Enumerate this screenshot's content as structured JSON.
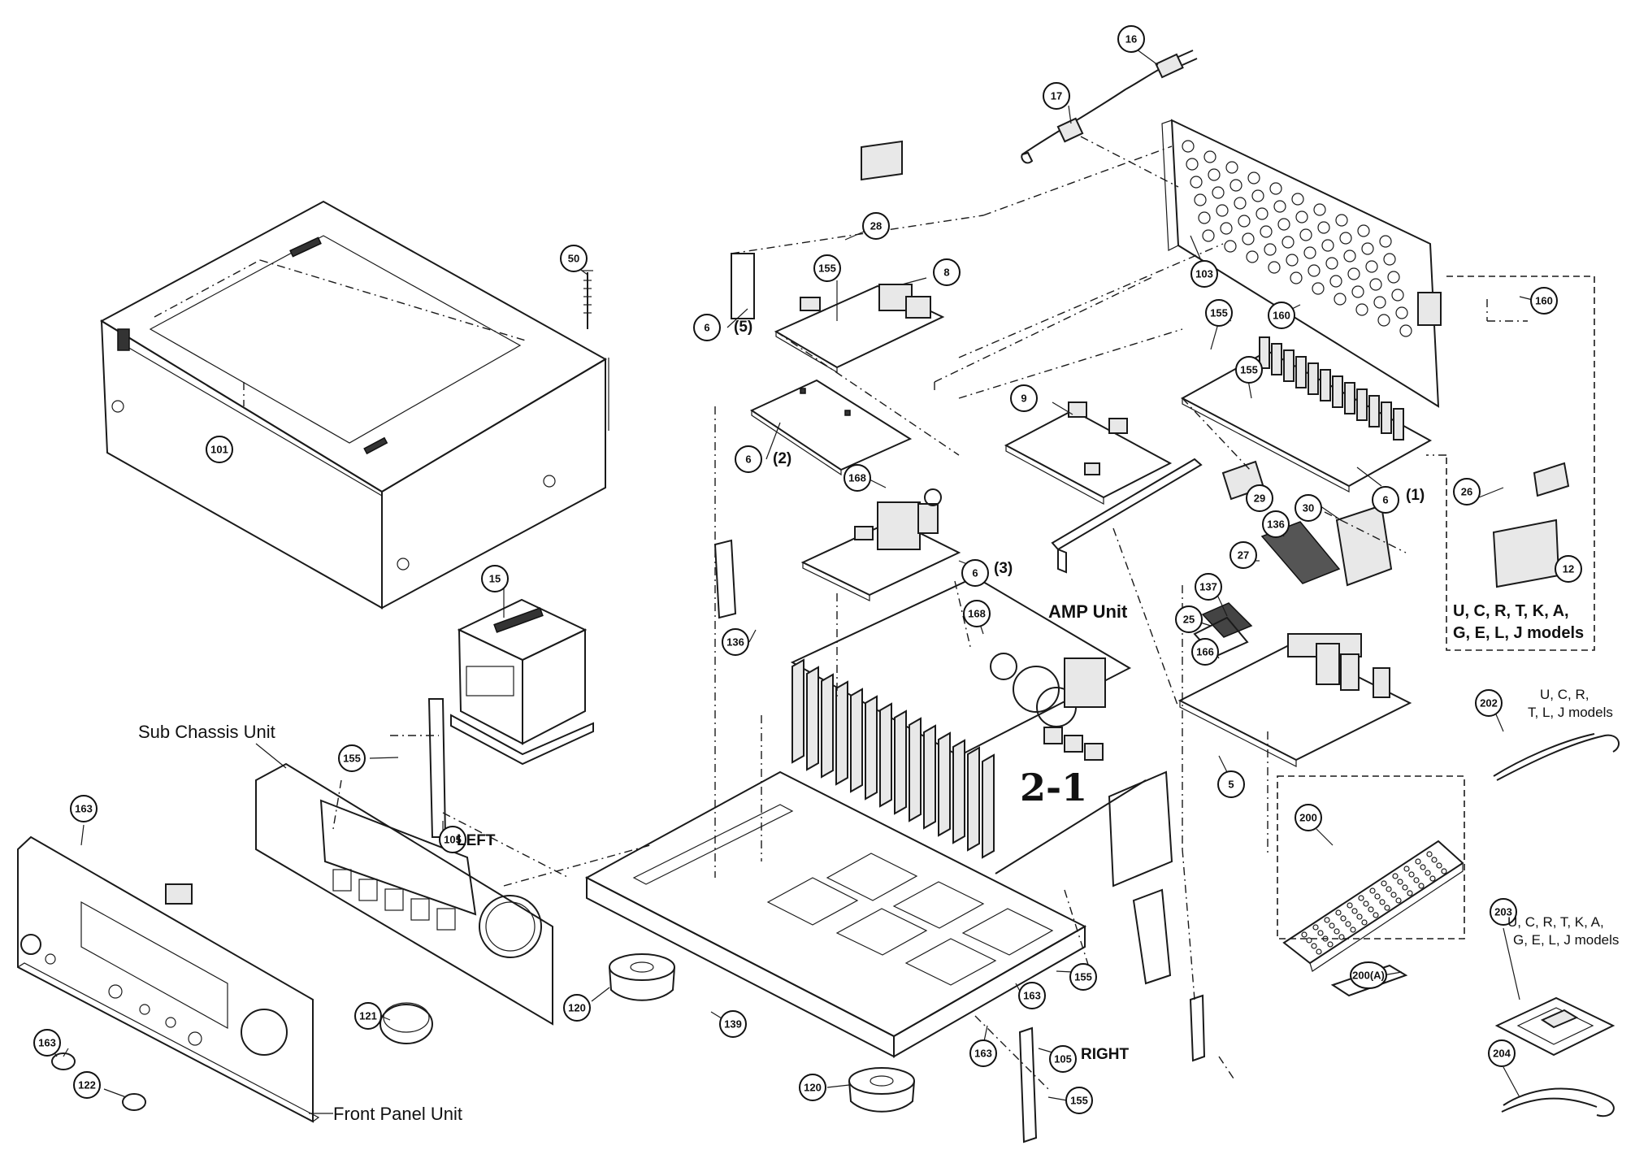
{
  "units": {
    "amp_unit": "AMP Unit",
    "sub_chassis_unit": "Sub Chassis Unit",
    "front_panel_unit": "Front Panel Unit"
  },
  "side_labels": {
    "left": "LEFT",
    "right": "RIGHT",
    "part_6_1": "(1)",
    "part_6_2": "(2)",
    "part_6_3": "(3)",
    "part_6_5": "(5)"
  },
  "handwritten": "2-1",
  "model_notes": {
    "box_12": [
      "U, C, R, T, K, A,",
      "G, E, L, J models"
    ],
    "part_202": [
      "U, C, R,",
      "T, L, J models"
    ],
    "part_203": [
      "U, C, R, T, K, A,",
      "G, E, L, J models"
    ]
  },
  "callouts": [
    {
      "id": "c16",
      "label": "16"
    },
    {
      "id": "c17",
      "label": "17"
    },
    {
      "id": "c50",
      "label": "50"
    },
    {
      "id": "c28",
      "label": "28"
    },
    {
      "id": "c8",
      "label": "8"
    },
    {
      "id": "c155a",
      "label": "155"
    },
    {
      "id": "c6-5",
      "label": "6"
    },
    {
      "id": "c103",
      "label": "103"
    },
    {
      "id": "c155b",
      "label": "155"
    },
    {
      "id": "c160a",
      "label": "160"
    },
    {
      "id": "c160b",
      "label": "160"
    },
    {
      "id": "c101",
      "label": "101"
    },
    {
      "id": "c9",
      "label": "9"
    },
    {
      "id": "c155c",
      "label": "155"
    },
    {
      "id": "c6-2",
      "label": "6"
    },
    {
      "id": "c168a",
      "label": "168"
    },
    {
      "id": "c29",
      "label": "29"
    },
    {
      "id": "c30",
      "label": "30"
    },
    {
      "id": "c6-1",
      "label": "6"
    },
    {
      "id": "c26",
      "label": "26"
    },
    {
      "id": "c136a",
      "label": "136"
    },
    {
      "id": "c6-3",
      "label": "6"
    },
    {
      "id": "c27",
      "label": "27"
    },
    {
      "id": "c12",
      "label": "12"
    },
    {
      "id": "c15",
      "label": "15"
    },
    {
      "id": "c137",
      "label": "137"
    },
    {
      "id": "c25",
      "label": "25"
    },
    {
      "id": "c136b",
      "label": "136"
    },
    {
      "id": "c168b",
      "label": "168"
    },
    {
      "id": "c166",
      "label": "166"
    },
    {
      "id": "c202",
      "label": "202"
    },
    {
      "id": "c155d",
      "label": "155"
    },
    {
      "id": "c5",
      "label": "5"
    },
    {
      "id": "c163a",
      "label": "163"
    },
    {
      "id": "c105l",
      "label": "105"
    },
    {
      "id": "c200",
      "label": "200"
    },
    {
      "id": "c200a",
      "label": "200(A)"
    },
    {
      "id": "c203",
      "label": "203"
    },
    {
      "id": "c121",
      "label": "121"
    },
    {
      "id": "c120a",
      "label": "120"
    },
    {
      "id": "c139",
      "label": "139"
    },
    {
      "id": "c155e",
      "label": "155"
    },
    {
      "id": "c163b",
      "label": "163"
    },
    {
      "id": "c163c",
      "label": "163"
    },
    {
      "id": "c163d",
      "label": "163"
    },
    {
      "id": "c105r",
      "label": "105"
    },
    {
      "id": "c204",
      "label": "204"
    },
    {
      "id": "c122",
      "label": "122"
    },
    {
      "id": "c120b",
      "label": "120"
    },
    {
      "id": "c155f",
      "label": "155"
    }
  ]
}
